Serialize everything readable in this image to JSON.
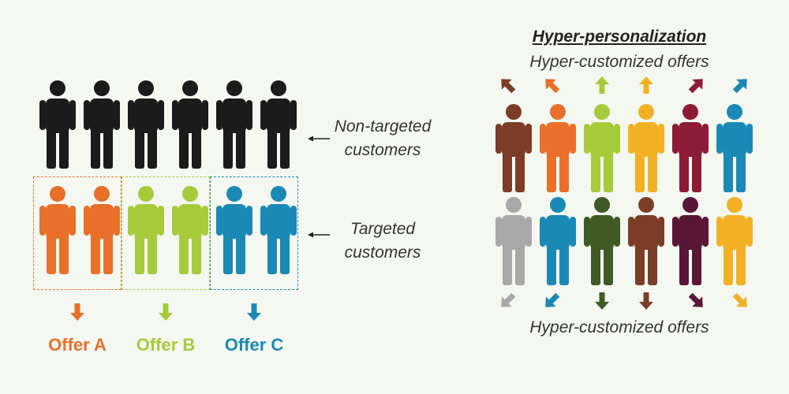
{
  "colors": {
    "black": "#1b1b1b",
    "orange": "#e8702a",
    "lime": "#a6cb3a",
    "blue": "#1b89b5",
    "brown": "#7b3d27",
    "yellow": "#f2b125",
    "crimson": "#8e1b35",
    "gray": "#a8a8a8",
    "olive": "#3f5a25",
    "maroon": "#5a1636"
  },
  "mass_marketing": {
    "nontargeted_label": "Non-targeted\ncustomers",
    "targeted_label": "Targeted\ncustomers",
    "groups": [
      {
        "offer": "Offer A",
        "color_key": "orange"
      },
      {
        "offer": "Offer B",
        "color_key": "lime"
      },
      {
        "offer": "Offer C",
        "color_key": "blue"
      }
    ]
  },
  "hyper": {
    "title": "Hyper-personalization",
    "top_label": "Hyper-customized offers",
    "bottom_label": "Hyper-customized offers",
    "top_row": [
      {
        "color_key": "brown",
        "arrow": "up-left"
      },
      {
        "color_key": "orange",
        "arrow": "up-left"
      },
      {
        "color_key": "lime",
        "arrow": "up"
      },
      {
        "color_key": "yellow",
        "arrow": "up"
      },
      {
        "color_key": "crimson",
        "arrow": "up-right"
      },
      {
        "color_key": "blue",
        "arrow": "up-right"
      }
    ],
    "bottom_row": [
      {
        "color_key": "gray",
        "arrow": "down-left"
      },
      {
        "color_key": "blue",
        "arrow": "down-left"
      },
      {
        "color_key": "olive",
        "arrow": "down"
      },
      {
        "color_key": "brown",
        "arrow": "down"
      },
      {
        "color_key": "maroon",
        "arrow": "down-right"
      },
      {
        "color_key": "yellow",
        "arrow": "down-right"
      }
    ]
  }
}
